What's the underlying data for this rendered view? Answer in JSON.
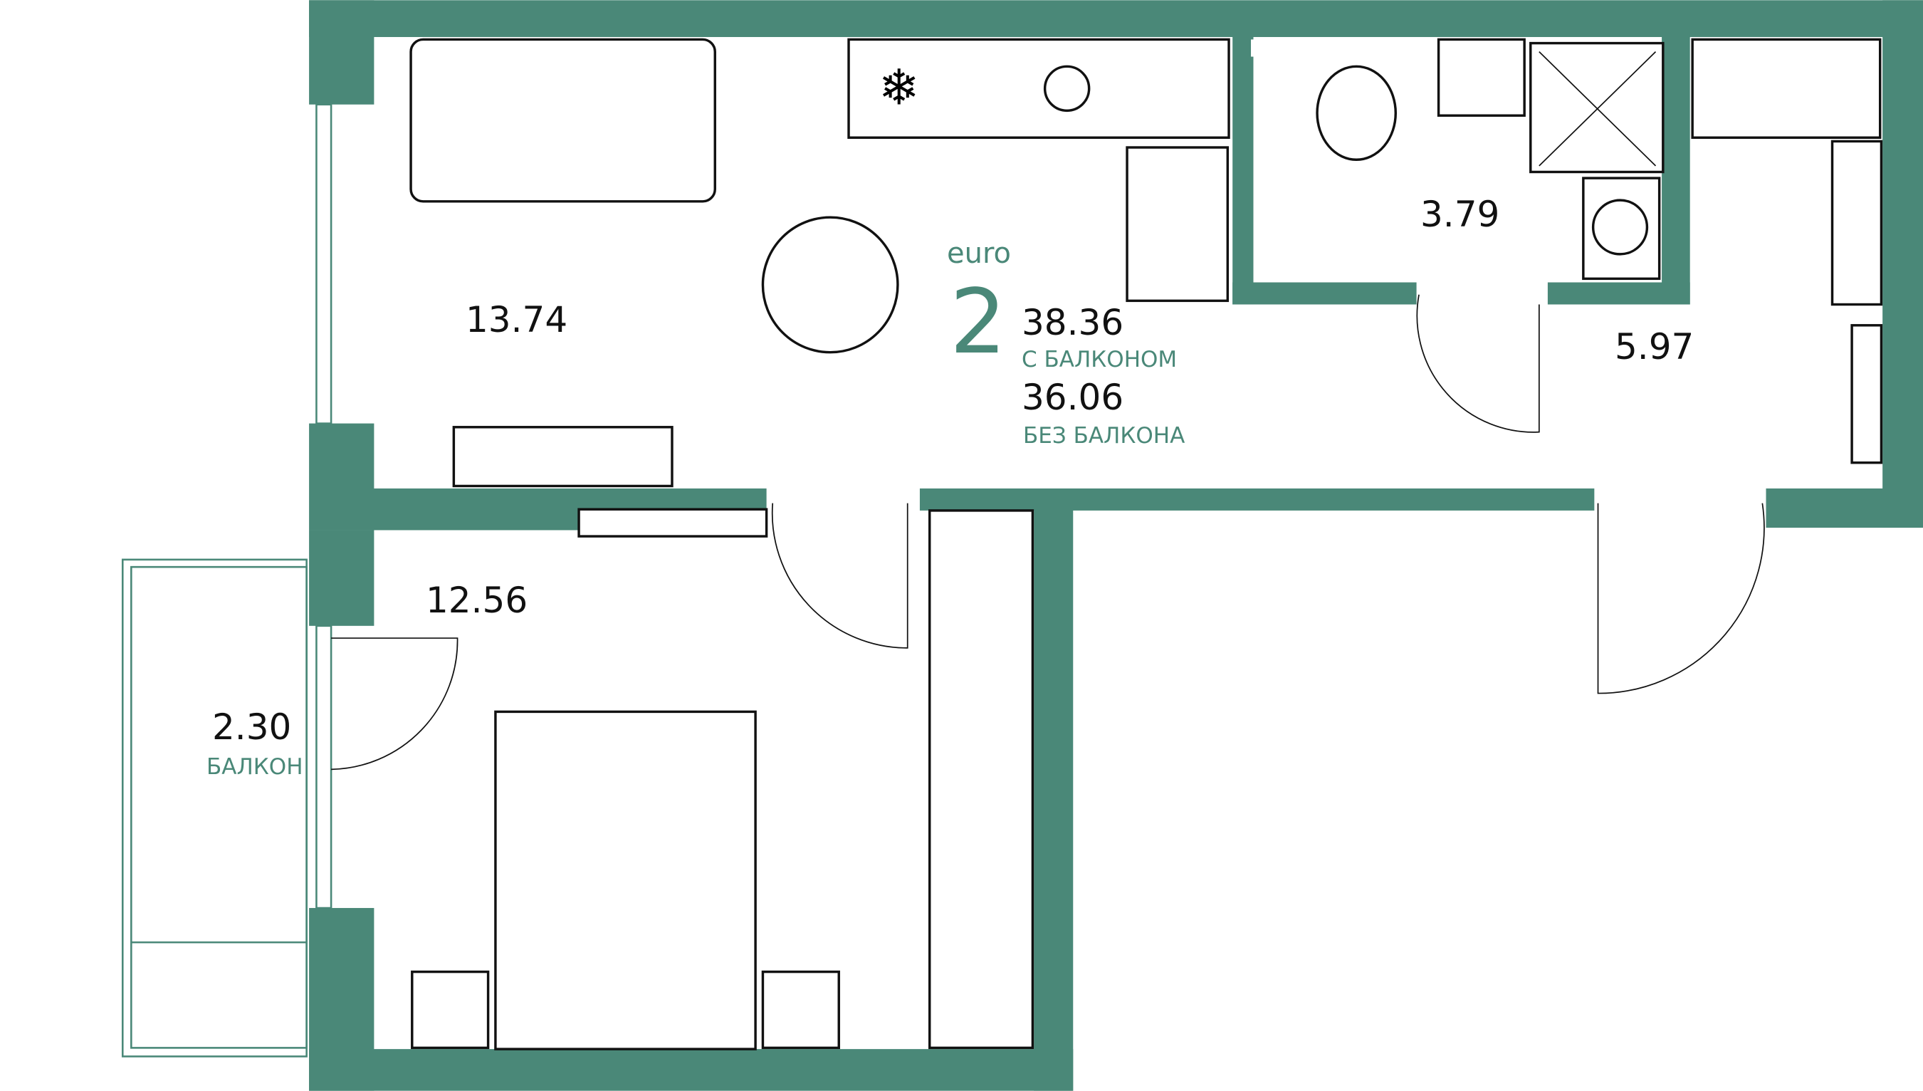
{
  "plan": {
    "type_label": "euro",
    "rooms_count": "2",
    "total_area": "38.36",
    "total_area_caption": "С БАЛКОНОМ",
    "area_without_balcony": "36.06",
    "area_without_balcony_caption": "БЕЗ БАЛКОНА",
    "accent_color": "#4a8878"
  },
  "rooms": {
    "living_kitchen": "13.74",
    "bathroom": "3.79",
    "hallway": "5.97",
    "bedroom": "12.56",
    "balcony": "2.30",
    "balcony_caption": "БАЛКОН"
  }
}
